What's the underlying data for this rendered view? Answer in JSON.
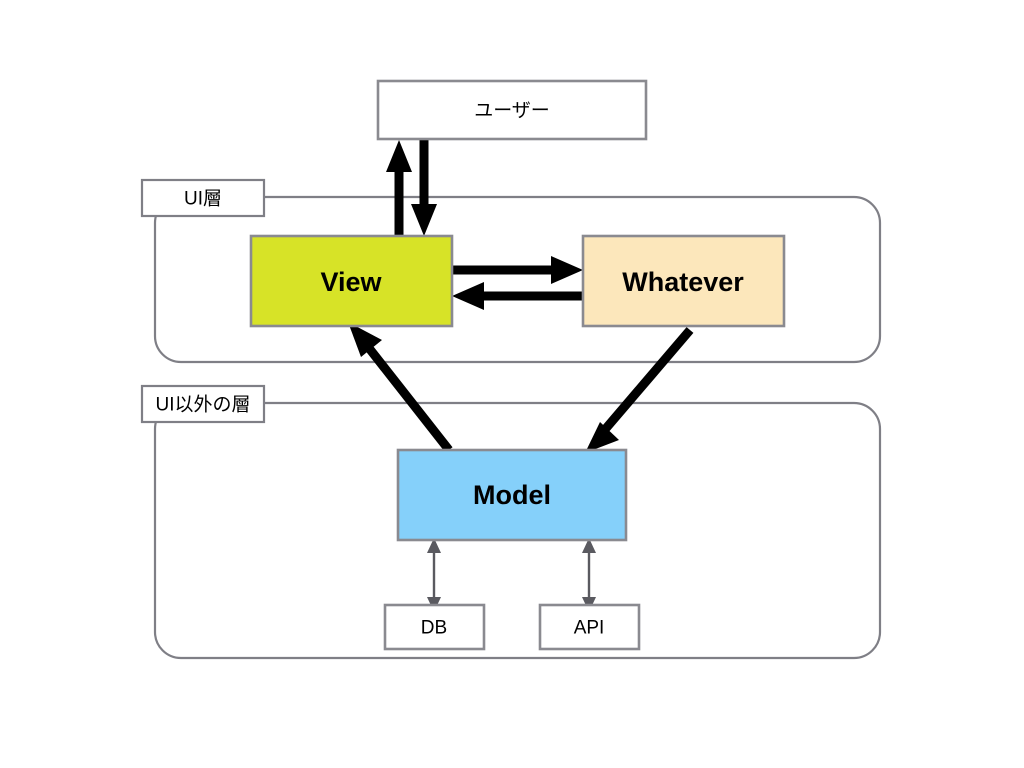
{
  "diagram": {
    "title": "UI layering diagram",
    "background": "#ffffff",
    "colors": {
      "view_fill": "#d7e327",
      "whatever_fill": "#fce7bb",
      "model_fill": "#85d0fa",
      "plain_fill": "#ffffff",
      "box_border": "#8a8a90",
      "container_border": "#7f7f86",
      "thick_arrow": "#000000",
      "thin_arrow": "#5a5a60",
      "text": "#000000"
    },
    "layers": [
      {
        "id": "ui-layer",
        "label": "UI層"
      },
      {
        "id": "non-ui-layer",
        "label": "UI以外の層"
      }
    ],
    "nodes": [
      {
        "id": "user",
        "label": "ユーザー",
        "style": "plain"
      },
      {
        "id": "view",
        "label": "View",
        "style": "filled"
      },
      {
        "id": "whatever",
        "label": "Whatever",
        "style": "filled"
      },
      {
        "id": "model",
        "label": "Model",
        "style": "filled"
      },
      {
        "id": "db",
        "label": "DB",
        "style": "plain"
      },
      {
        "id": "api",
        "label": "API",
        "style": "plain"
      }
    ],
    "edges": [
      {
        "id": "view-to-user",
        "from": "view",
        "to": "user",
        "weight": "thick",
        "direction": "one-way"
      },
      {
        "id": "user-to-view",
        "from": "user",
        "to": "view",
        "weight": "thick",
        "direction": "one-way"
      },
      {
        "id": "view-to-whatever",
        "from": "view",
        "to": "whatever",
        "weight": "thick",
        "direction": "one-way"
      },
      {
        "id": "whatever-to-view",
        "from": "whatever",
        "to": "view",
        "weight": "thick",
        "direction": "one-way"
      },
      {
        "id": "model-to-view",
        "from": "model",
        "to": "view",
        "weight": "thick",
        "direction": "one-way"
      },
      {
        "id": "whatever-to-model",
        "from": "whatever",
        "to": "model",
        "weight": "thick",
        "direction": "one-way"
      },
      {
        "id": "model-db",
        "from": "model",
        "to": "db",
        "weight": "thin",
        "direction": "two-way"
      },
      {
        "id": "model-api",
        "from": "model",
        "to": "api",
        "weight": "thin",
        "direction": "two-way"
      }
    ]
  }
}
